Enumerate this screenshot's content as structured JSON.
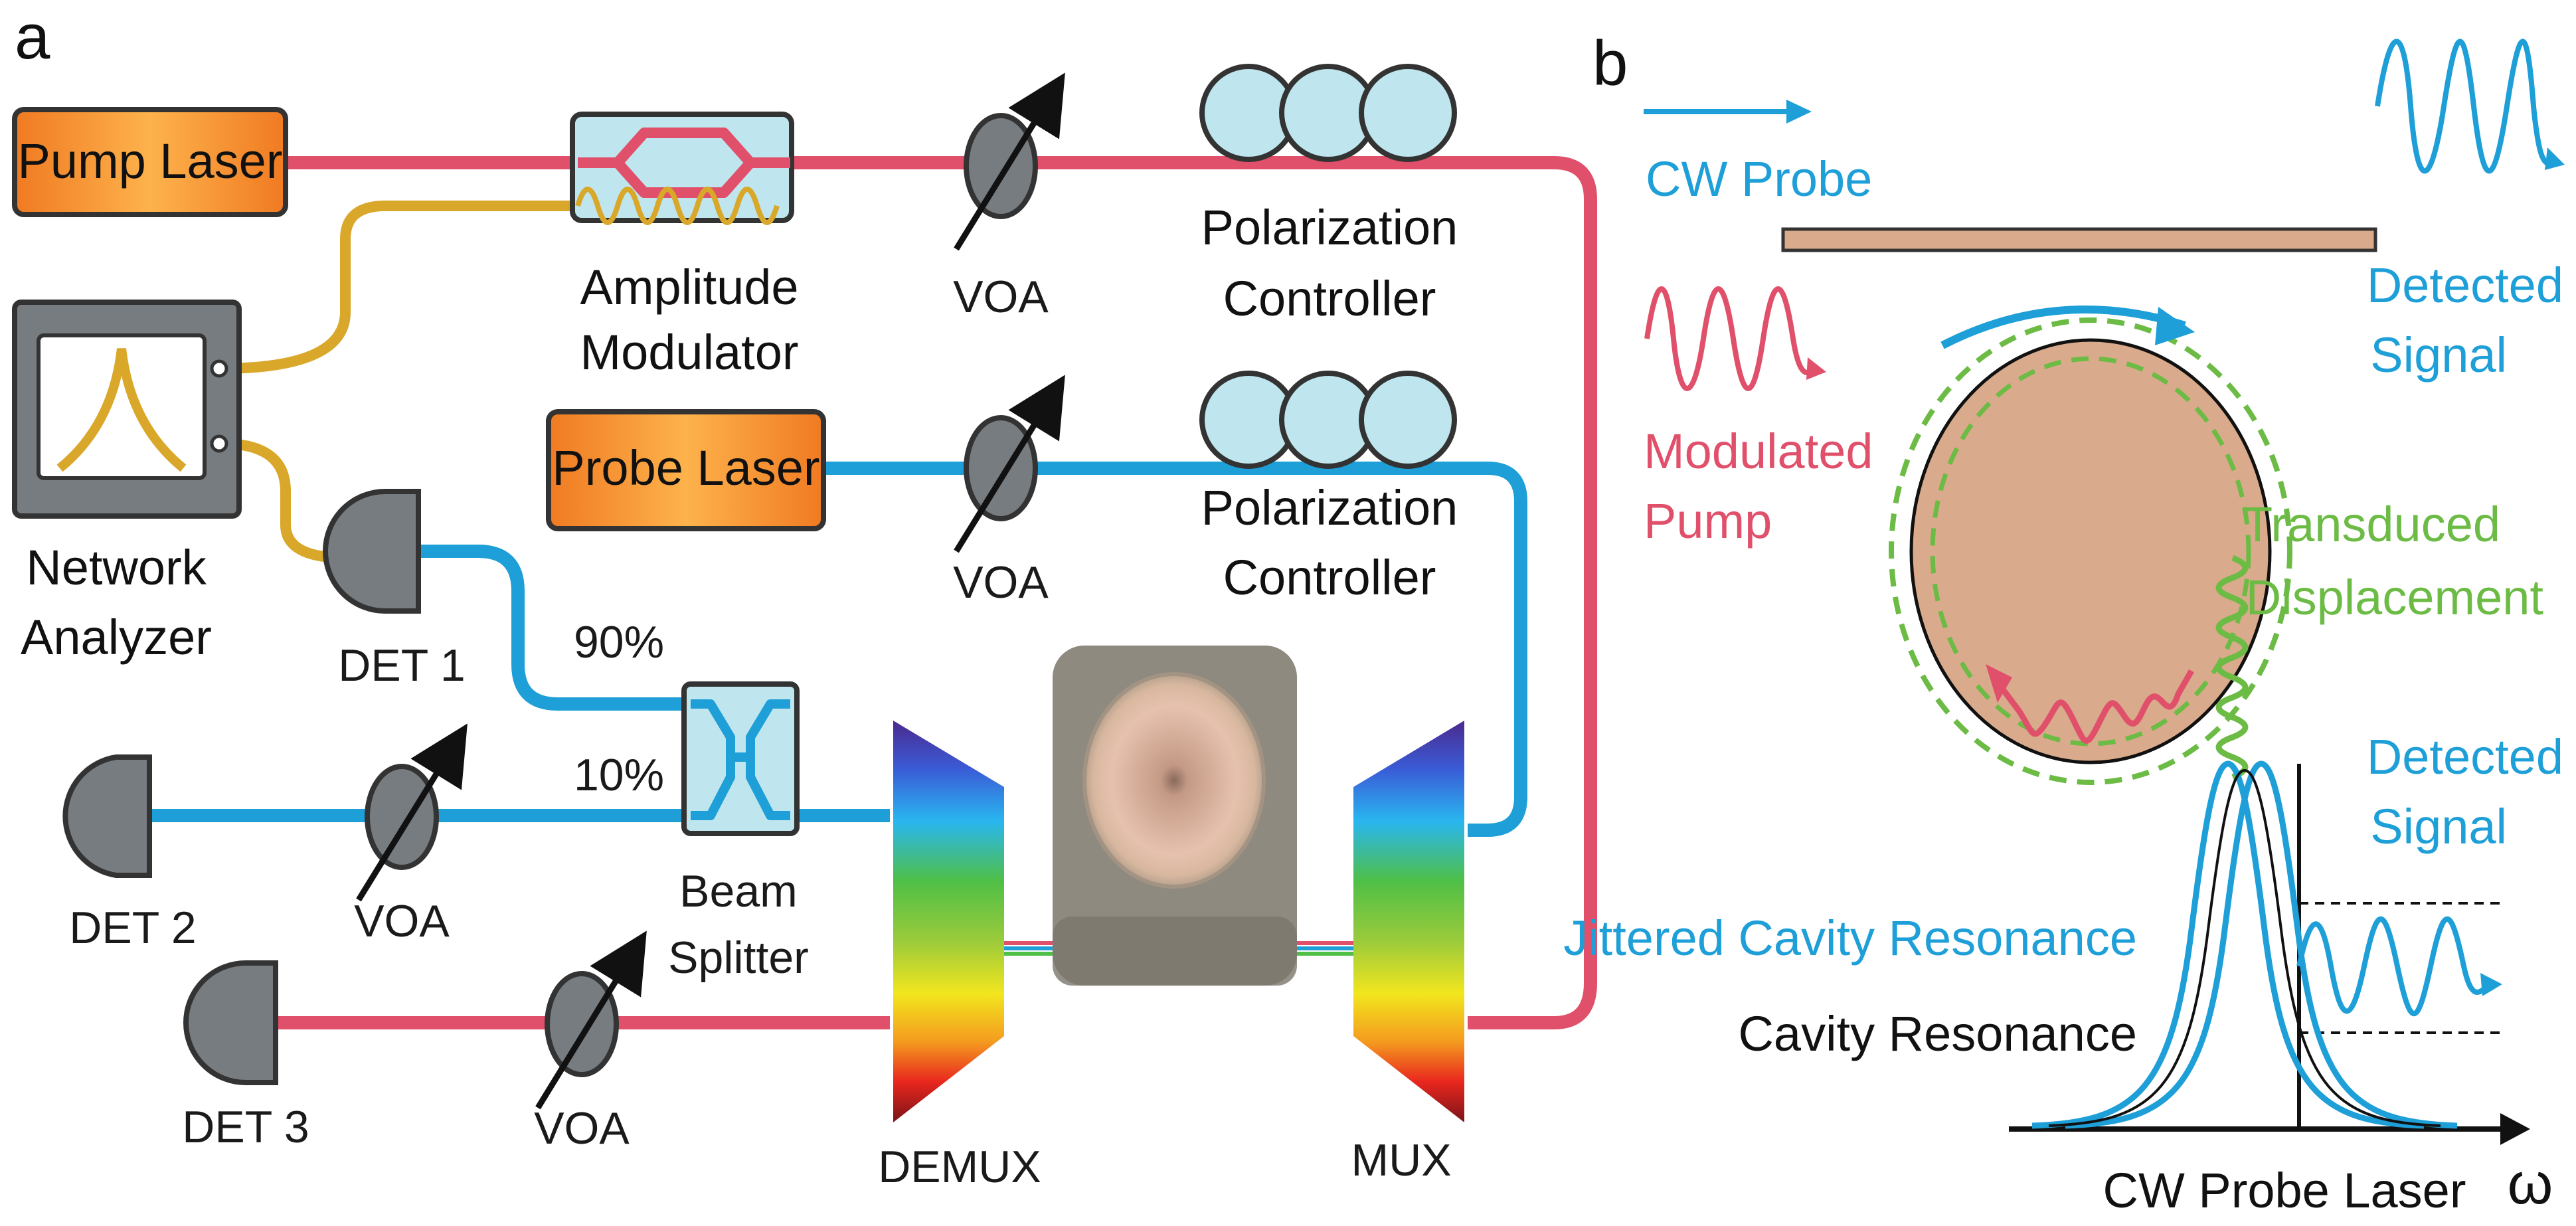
{
  "panel_a": {
    "label": "a",
    "pump_laser": "Pump Laser",
    "probe_laser": "Probe Laser",
    "amplitude_modulator": [
      "Amplitude",
      "Modulator"
    ],
    "network_analyzer": [
      "Network",
      "Analyzer"
    ],
    "voa": "VOA",
    "polarization_controller": [
      "Polarization",
      "Controller"
    ],
    "det1": "DET 1",
    "det2": "DET 2",
    "det3": "DET 3",
    "split_90": "90%",
    "split_10": "10%",
    "beam_splitter": [
      "Beam",
      "Splitter"
    ],
    "demux": "DEMUX",
    "mux": "MUX"
  },
  "panel_b": {
    "label": "b",
    "cw_probe": "CW Probe",
    "detected_signal_top": [
      "Detected",
      "Signal"
    ],
    "modulated_pump": [
      "Modulated",
      "Pump"
    ],
    "transduced_displacement": [
      "Transduced",
      "Displacement"
    ],
    "detected_signal_bottom": [
      "Detected",
      "Signal"
    ],
    "jittered_cavity_resonance": "Jittered Cavity Resonance",
    "cavity_resonance": "Cavity Resonance",
    "cw_probe_laser": "CW Probe Laser",
    "omega": "ω"
  },
  "colors": {
    "pump_fiber": "#e0506a",
    "probe_fiber": "#1e9fd8",
    "rf_cable": "#d9a72a",
    "laser_box": "#f28a2e",
    "cavity": "#d9ab8c",
    "transduced": "#6cbb45"
  }
}
